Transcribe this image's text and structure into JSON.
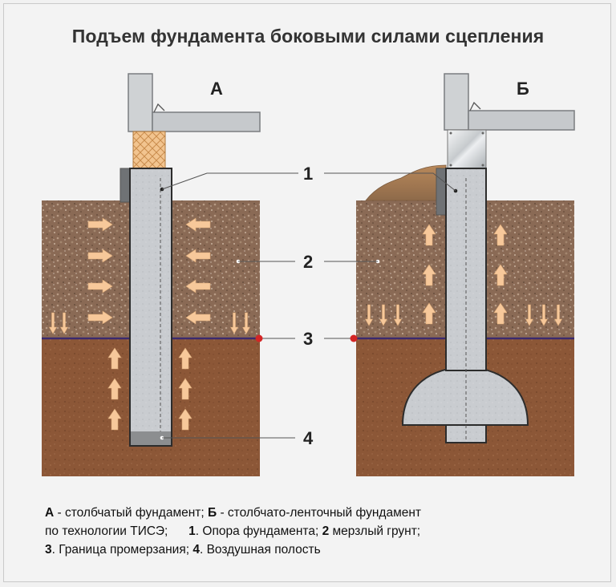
{
  "title": "Подъем фундамента боковыми силами сцепления",
  "diagrams": [
    {
      "letter": "А"
    },
    {
      "letter": "Б"
    }
  ],
  "callouts": [
    "1",
    "2",
    "3",
    "4"
  ],
  "legend": {
    "line1": {
      "k1": "А",
      "t1": " - столбчатый фундамент; ",
      "k2": "Б",
      "t2": " - столбчато-ленточный фундамент"
    },
    "line2": {
      "t0": "по технологии ТИСЭ;      ",
      "k1": "1",
      "t1": ". Опора фундамента; ",
      "k2": "2",
      "t2": " мерзлый грунт;"
    },
    "line3": {
      "k1": "3",
      "t1": ". Граница промерзания; ",
      "k2": "4",
      "t2": ". Воздушная полость"
    }
  },
  "colors": {
    "frozen_soil": "#8a6a55",
    "thawed_soil": "#8e5a3a",
    "frost_line": "#3b2a6e",
    "pillar": "#c8cbce",
    "arrow": "#f7c89a",
    "marker_red": "#d42525"
  }
}
